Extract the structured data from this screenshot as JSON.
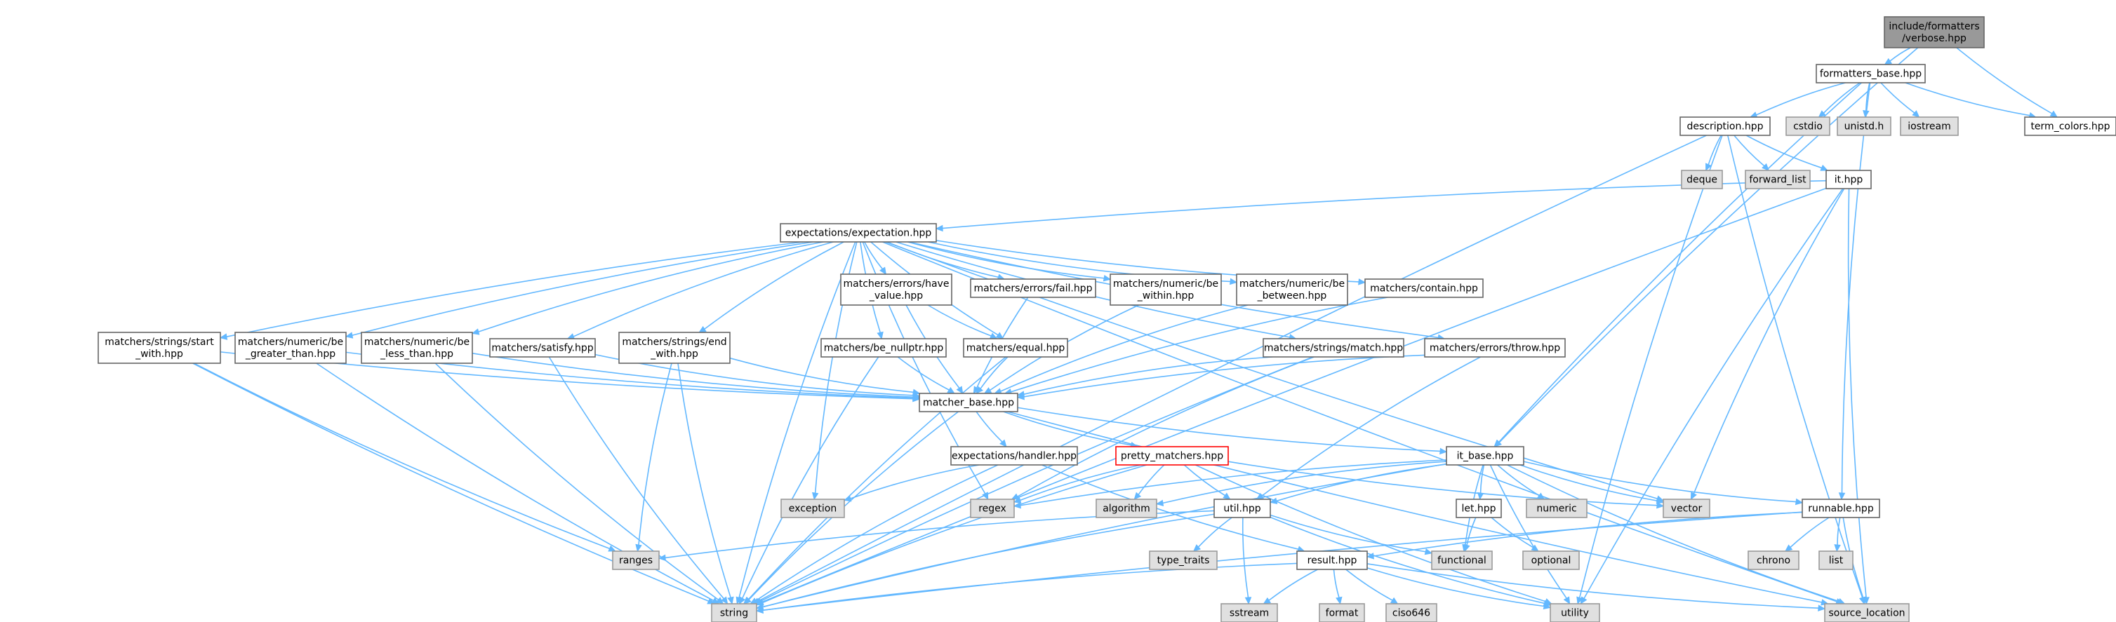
{
  "colors": {
    "edge": "#63b8ff",
    "node_fill": "#ffffff",
    "node_border": "#666666",
    "system_fill": "#e0e0e0",
    "system_border": "#999999",
    "root_fill": "#999999",
    "root_border": "#666666",
    "highlight_border": "#ff0000"
  },
  "nodes": [
    {
      "id": "root",
      "lines": [
        "include/formatters",
        "/verbose.hpp"
      ],
      "kind": "root"
    },
    {
      "id": "formatters_base",
      "lines": [
        "formatters_base.hpp"
      ],
      "kind": "normal"
    },
    {
      "id": "description",
      "lines": [
        "description.hpp"
      ],
      "kind": "normal"
    },
    {
      "id": "cstdio",
      "lines": [
        "cstdio"
      ],
      "kind": "system"
    },
    {
      "id": "unistd",
      "lines": [
        "unistd.h"
      ],
      "kind": "system"
    },
    {
      "id": "iostream",
      "lines": [
        "iostream"
      ],
      "kind": "system"
    },
    {
      "id": "term_colors",
      "lines": [
        "term_colors.hpp"
      ],
      "kind": "normal"
    },
    {
      "id": "deque",
      "lines": [
        "deque"
      ],
      "kind": "system"
    },
    {
      "id": "forward_list",
      "lines": [
        "forward_list"
      ],
      "kind": "system"
    },
    {
      "id": "it",
      "lines": [
        "it.hpp"
      ],
      "kind": "normal"
    },
    {
      "id": "expectation",
      "lines": [
        "expectations/expectation.hpp"
      ],
      "kind": "normal"
    },
    {
      "id": "start_with",
      "lines": [
        "matchers/strings/start",
        "_with.hpp"
      ],
      "kind": "normal"
    },
    {
      "id": "be_greater_than",
      "lines": [
        "matchers/numeric/be",
        "_greater_than.hpp"
      ],
      "kind": "normal"
    },
    {
      "id": "be_less_than",
      "lines": [
        "matchers/numeric/be",
        "_less_than.hpp"
      ],
      "kind": "normal"
    },
    {
      "id": "satisfy",
      "lines": [
        "matchers/satisfy.hpp"
      ],
      "kind": "normal"
    },
    {
      "id": "end_with",
      "lines": [
        "matchers/strings/end",
        "_with.hpp"
      ],
      "kind": "normal"
    },
    {
      "id": "be_nullptr",
      "lines": [
        "matchers/be_nullptr.hpp"
      ],
      "kind": "normal"
    },
    {
      "id": "have_value",
      "lines": [
        "matchers/errors/have",
        "_value.hpp"
      ],
      "kind": "normal"
    },
    {
      "id": "equal",
      "lines": [
        "matchers/equal.hpp"
      ],
      "kind": "normal"
    },
    {
      "id": "fail",
      "lines": [
        "matchers/errors/fail.hpp"
      ],
      "kind": "normal"
    },
    {
      "id": "be_within",
      "lines": [
        "matchers/numeric/be",
        "_within.hpp"
      ],
      "kind": "normal"
    },
    {
      "id": "be_between",
      "lines": [
        "matchers/numeric/be",
        "_between.hpp"
      ],
      "kind": "normal"
    },
    {
      "id": "contain",
      "lines": [
        "matchers/contain.hpp"
      ],
      "kind": "normal"
    },
    {
      "id": "match",
      "lines": [
        "matchers/strings/match.hpp"
      ],
      "kind": "normal"
    },
    {
      "id": "throw",
      "lines": [
        "matchers/errors/throw.hpp"
      ],
      "kind": "normal"
    },
    {
      "id": "matcher_base",
      "lines": [
        "matcher_base.hpp"
      ],
      "kind": "normal"
    },
    {
      "id": "handler",
      "lines": [
        "expectations/handler.hpp"
      ],
      "kind": "normal"
    },
    {
      "id": "pretty_matchers",
      "lines": [
        "pretty_matchers.hpp"
      ],
      "kind": "highlight"
    },
    {
      "id": "it_base",
      "lines": [
        "it_base.hpp"
      ],
      "kind": "normal"
    },
    {
      "id": "exception",
      "lines": [
        "exception"
      ],
      "kind": "system"
    },
    {
      "id": "regex",
      "lines": [
        "regex"
      ],
      "kind": "system"
    },
    {
      "id": "algorithm",
      "lines": [
        "algorithm"
      ],
      "kind": "system"
    },
    {
      "id": "util",
      "lines": [
        "util.hpp"
      ],
      "kind": "normal"
    },
    {
      "id": "let",
      "lines": [
        "let.hpp"
      ],
      "kind": "normal"
    },
    {
      "id": "numeric",
      "lines": [
        "numeric"
      ],
      "kind": "system"
    },
    {
      "id": "vector",
      "lines": [
        "vector"
      ],
      "kind": "system"
    },
    {
      "id": "runnable",
      "lines": [
        "runnable.hpp"
      ],
      "kind": "normal"
    },
    {
      "id": "ranges",
      "lines": [
        "ranges"
      ],
      "kind": "system"
    },
    {
      "id": "type_traits",
      "lines": [
        "type_traits"
      ],
      "kind": "system"
    },
    {
      "id": "functional",
      "lines": [
        "functional"
      ],
      "kind": "system"
    },
    {
      "id": "optional",
      "lines": [
        "optional"
      ],
      "kind": "system"
    },
    {
      "id": "result",
      "lines": [
        "result.hpp"
      ],
      "kind": "normal"
    },
    {
      "id": "chrono",
      "lines": [
        "chrono"
      ],
      "kind": "system"
    },
    {
      "id": "list",
      "lines": [
        "list"
      ],
      "kind": "system"
    },
    {
      "id": "string",
      "lines": [
        "string"
      ],
      "kind": "system"
    },
    {
      "id": "sstream",
      "lines": [
        "sstream"
      ],
      "kind": "system"
    },
    {
      "id": "format",
      "lines": [
        "format"
      ],
      "kind": "system"
    },
    {
      "id": "ciso646",
      "lines": [
        "ciso646"
      ],
      "kind": "system"
    },
    {
      "id": "utility",
      "lines": [
        "utility"
      ],
      "kind": "system"
    },
    {
      "id": "source_location",
      "lines": [
        "source_location"
      ],
      "kind": "system"
    }
  ],
  "edges": [
    [
      "root",
      "formatters_base"
    ],
    [
      "root",
      "term_colors"
    ],
    [
      "root",
      "it_base"
    ],
    [
      "formatters_base",
      "description"
    ],
    [
      "formatters_base",
      "cstdio"
    ],
    [
      "formatters_base",
      "unistd"
    ],
    [
      "formatters_base",
      "iostream"
    ],
    [
      "formatters_base",
      "term_colors"
    ],
    [
      "formatters_base",
      "it_base"
    ],
    [
      "formatters_base",
      "runnable"
    ],
    [
      "description",
      "deque"
    ],
    [
      "description",
      "forward_list"
    ],
    [
      "description",
      "it"
    ],
    [
      "description",
      "string"
    ],
    [
      "description",
      "utility"
    ],
    [
      "description",
      "source_location"
    ],
    [
      "it",
      "expectation"
    ],
    [
      "it",
      "string"
    ],
    [
      "it",
      "vector"
    ],
    [
      "it",
      "utility"
    ],
    [
      "it",
      "source_location"
    ],
    [
      "expectation",
      "start_with"
    ],
    [
      "expectation",
      "be_greater_than"
    ],
    [
      "expectation",
      "be_less_than"
    ],
    [
      "expectation",
      "satisfy"
    ],
    [
      "expectation",
      "end_with"
    ],
    [
      "expectation",
      "be_nullptr"
    ],
    [
      "expectation",
      "have_value"
    ],
    [
      "expectation",
      "equal"
    ],
    [
      "expectation",
      "fail"
    ],
    [
      "expectation",
      "be_within"
    ],
    [
      "expectation",
      "be_between"
    ],
    [
      "expectation",
      "contain"
    ],
    [
      "expectation",
      "match"
    ],
    [
      "expectation",
      "throw"
    ],
    [
      "expectation",
      "string"
    ],
    [
      "expectation",
      "exception"
    ],
    [
      "expectation",
      "regex"
    ],
    [
      "expectation",
      "vector"
    ],
    [
      "expectation",
      "source_location"
    ],
    [
      "start_with",
      "matcher_base"
    ],
    [
      "start_with",
      "string"
    ],
    [
      "start_with",
      "ranges"
    ],
    [
      "be_greater_than",
      "matcher_base"
    ],
    [
      "be_greater_than",
      "string"
    ],
    [
      "be_less_than",
      "matcher_base"
    ],
    [
      "be_less_than",
      "string"
    ],
    [
      "satisfy",
      "matcher_base"
    ],
    [
      "satisfy",
      "string"
    ],
    [
      "end_with",
      "matcher_base"
    ],
    [
      "end_with",
      "string"
    ],
    [
      "end_with",
      "ranges"
    ],
    [
      "be_nullptr",
      "matcher_base"
    ],
    [
      "be_nullptr",
      "string"
    ],
    [
      "have_value",
      "matcher_base"
    ],
    [
      "have_value",
      "equal"
    ],
    [
      "equal",
      "matcher_base"
    ],
    [
      "equal",
      "string"
    ],
    [
      "fail",
      "matcher_base"
    ],
    [
      "be_within",
      "matcher_base"
    ],
    [
      "be_between",
      "matcher_base"
    ],
    [
      "contain",
      "matcher_base"
    ],
    [
      "match",
      "matcher_base"
    ],
    [
      "match",
      "regex"
    ],
    [
      "match",
      "string"
    ],
    [
      "throw",
      "matcher_base"
    ],
    [
      "throw",
      "util"
    ],
    [
      "matcher_base",
      "handler"
    ],
    [
      "matcher_base",
      "pretty_matchers"
    ],
    [
      "matcher_base",
      "it_base"
    ],
    [
      "matcher_base",
      "string"
    ],
    [
      "matcher_base",
      "source_location"
    ],
    [
      "handler",
      "exception"
    ],
    [
      "handler",
      "string"
    ],
    [
      "handler",
      "result"
    ],
    [
      "pretty_matchers",
      "regex"
    ],
    [
      "pretty_matchers",
      "algorithm"
    ],
    [
      "pretty_matchers",
      "util"
    ],
    [
      "pretty_matchers",
      "vector"
    ],
    [
      "pretty_matchers",
      "string"
    ],
    [
      "pretty_matchers",
      "utility"
    ],
    [
      "it_base",
      "regex"
    ],
    [
      "it_base",
      "algorithm"
    ],
    [
      "it_base",
      "util"
    ],
    [
      "it_base",
      "let"
    ],
    [
      "it_base",
      "numeric"
    ],
    [
      "it_base",
      "vector"
    ],
    [
      "it_base",
      "runnable"
    ],
    [
      "it_base",
      "functional"
    ],
    [
      "it_base",
      "string"
    ],
    [
      "it_base",
      "utility"
    ],
    [
      "it_base",
      "source_location"
    ],
    [
      "util",
      "ranges"
    ],
    [
      "util",
      "type_traits"
    ],
    [
      "util",
      "functional"
    ],
    [
      "util",
      "string"
    ],
    [
      "util",
      "sstream"
    ],
    [
      "util",
      "utility"
    ],
    [
      "let",
      "functional"
    ],
    [
      "let",
      "optional"
    ],
    [
      "runnable",
      "result"
    ],
    [
      "runnable",
      "chrono"
    ],
    [
      "runnable",
      "list"
    ],
    [
      "runnable",
      "string"
    ],
    [
      "runnable",
      "source_location"
    ],
    [
      "result",
      "string"
    ],
    [
      "result",
      "sstream"
    ],
    [
      "result",
      "format"
    ],
    [
      "result",
      "ciso646"
    ],
    [
      "result",
      "utility"
    ],
    [
      "result",
      "source_location"
    ]
  ]
}
